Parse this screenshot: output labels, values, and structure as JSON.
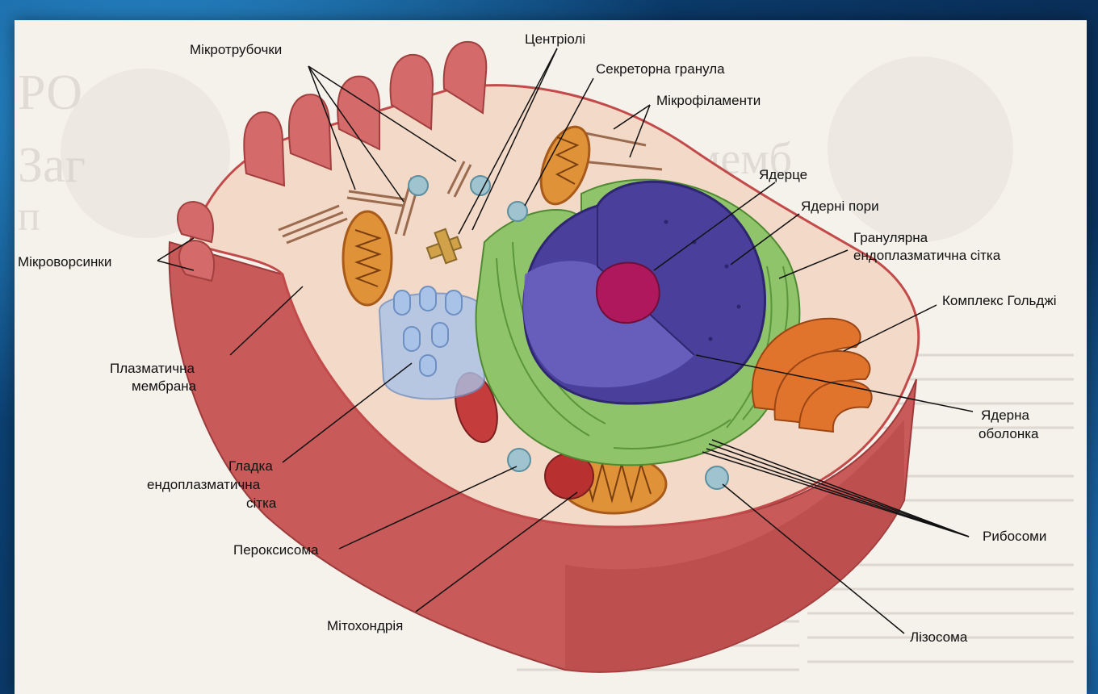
{
  "labels": {
    "microtubules": "Мікротрубочки",
    "centrioles": "Центріолі",
    "secretory_granule": "Секреторна гранула",
    "microfilaments": "Мікрофіламенти",
    "nucleolus": "Ядерце",
    "nuclear_pores": "Ядерні пори",
    "rough_er_1": "Гранулярна",
    "rough_er_2": "ендоплазматична сітка",
    "golgi": "Комплекс Гольджі",
    "microvilli": "Мікроворсинки",
    "plasma_membrane_1": "Плазматична",
    "plasma_membrane_2": "мембрана",
    "nuclear_envelope_1": "Ядерна",
    "nuclear_envelope_2": "оболонка",
    "smooth_er_1": "Гладка",
    "smooth_er_2": "ендоплазматична",
    "smooth_er_3": "сітка",
    "ribosomes": "Рибосоми",
    "peroxisome": "Пероксисома",
    "mitochondrion": "Мітохондрія",
    "lysosome": "Лізосома"
  },
  "colors": {
    "cytoplasm": "#f3d9c8",
    "membrane": "#c24a4a",
    "nucleus": "#5b4fa6",
    "nucleolus": "#b0185e",
    "rough_er": "#8fc46a",
    "golgi": "#e1742c",
    "mitochondrion": "#d88a2b",
    "vesicle": "#9fc3cf"
  }
}
